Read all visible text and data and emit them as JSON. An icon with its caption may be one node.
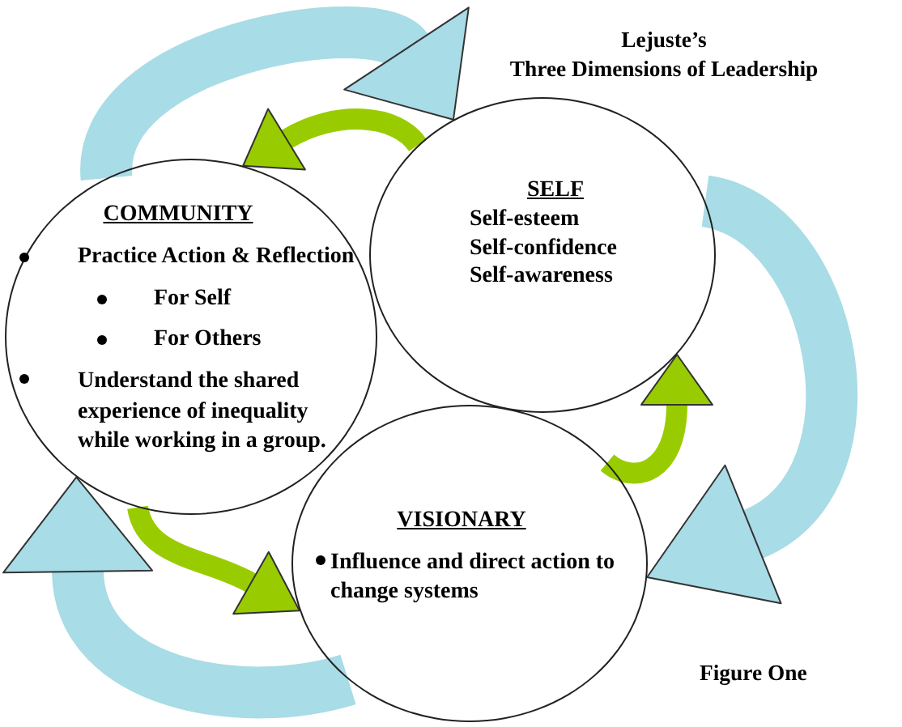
{
  "diagram": {
    "title": "Lejuste’s Three Dimensions of Leadership",
    "caption": "Figure One",
    "nodes": [
      {
        "text": [
          "COMMUNITY",
          "Practice Action & Reflection",
          "For Self",
          "For Others",
          "Understand the shared experience of inequality while working in a group."
        ]
      },
      {
        "text": [
          "SELF",
          "Self-esteem",
          "Self-confidence",
          "Self-awareness"
        ]
      },
      {
        "text": [
          "VISIONARY",
          "Influence and direct action to change systems"
        ]
      }
    ],
    "edges": [
      {
        "from": 0,
        "to": 1,
        "arrow": "to",
        "style": "thick",
        "color": "#a8dce6"
      },
      {
        "from": 1,
        "to": 2,
        "arrow": "to",
        "style": "thick",
        "color": "#a8dce6"
      },
      {
        "from": 2,
        "to": 0,
        "arrow": "to",
        "style": "thick",
        "color": "#a8dce6"
      },
      {
        "from": 1,
        "to": 0,
        "arrow": "to",
        "color": "#99cc00"
      },
      {
        "from": 0,
        "to": 2,
        "arrow": "to",
        "color": "#99cc00"
      },
      {
        "from": 2,
        "to": 1,
        "arrow": "to",
        "color": "#99cc00"
      }
    ]
  }
}
